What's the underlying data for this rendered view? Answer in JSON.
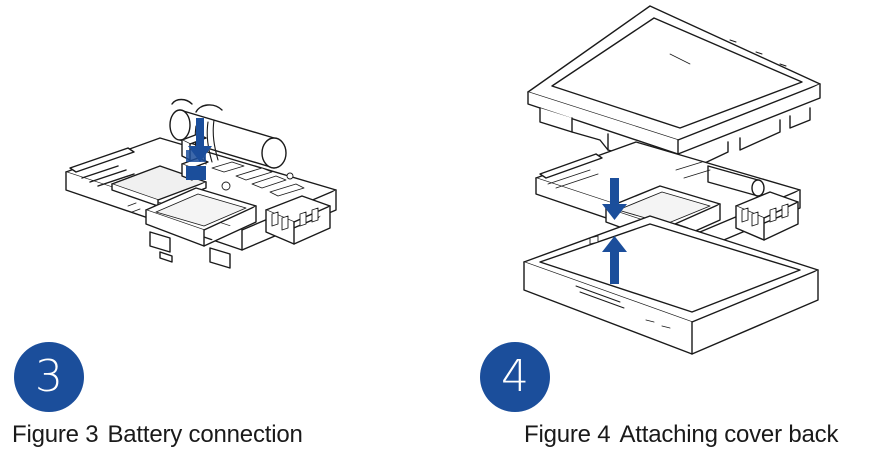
{
  "colors": {
    "line": "#1a1a1a",
    "fill": "#ffffff",
    "shade": "#e9e9e9",
    "arrow": "#1b4e9b",
    "badge": "#1b4e9b"
  },
  "figures": [
    {
      "step": "3",
      "caption_prefix": "Figure 3",
      "caption_text": "Battery connection",
      "arrow_direction": "down"
    },
    {
      "step": "4",
      "caption_prefix": "Figure 4",
      "caption_text": "Attaching cover back",
      "arrow_directions": [
        "down",
        "up"
      ]
    }
  ]
}
